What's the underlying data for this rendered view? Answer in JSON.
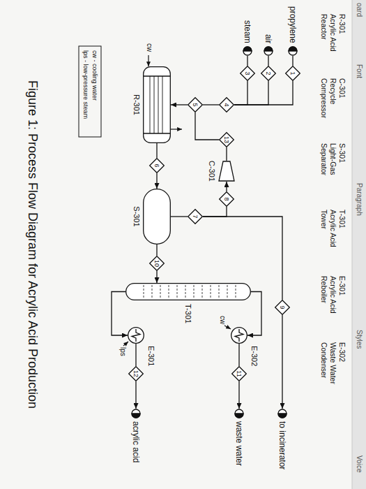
{
  "diagram": {
    "caption": "Figure 1: Process Flow Diagram for Acrylic Acid Production",
    "nodes": [
      {
        "text": [
          "propylene"
        ]
      },
      {
        "text": [
          "1"
        ]
      },
      {
        "text": [
          "air"
        ]
      },
      {
        "text": [
          "2"
        ]
      },
      {
        "text": [
          "steam"
        ]
      },
      {
        "text": [
          "3"
        ]
      },
      {
        "text": [
          "4"
        ]
      },
      {
        "text": [
          "13"
        ]
      },
      {
        "text": [
          "C-301"
        ]
      },
      {
        "text": [
          "8"
        ]
      },
      {
        "text": [
          "5"
        ]
      },
      {
        "text": [
          "R-301"
        ]
      },
      {
        "text": [
          "6"
        ]
      },
      {
        "text": [
          "S-301"
        ]
      },
      {
        "text": [
          "7"
        ]
      },
      {
        "text": [
          "9"
        ]
      },
      {
        "text": [
          "to incinerator"
        ]
      },
      {
        "text": [
          "10"
        ]
      },
      {
        "text": [
          "T-301"
        ]
      },
      {
        "text": [
          "E-302"
        ]
      },
      {
        "text": [
          "11"
        ]
      },
      {
        "text": [
          "waste water"
        ]
      },
      {
        "text": [
          "E-301"
        ]
      },
      {
        "text": [
          "12"
        ]
      },
      {
        "text": [
          "acrylic acid"
        ]
      }
    ],
    "edges": [
      {
        "from": 0,
        "to": 1,
        "arrow": "none"
      },
      {
        "from": 2,
        "to": 3,
        "arrow": "none"
      },
      {
        "from": 4,
        "to": 5,
        "arrow": "none"
      },
      {
        "from": 1,
        "to": 6,
        "arrow": "none"
      },
      {
        "from": 3,
        "to": 6,
        "arrow": "none"
      },
      {
        "from": 5,
        "to": 6,
        "arrow": "none"
      },
      {
        "from": 6,
        "to": 10,
        "arrow": "none"
      },
      {
        "from": 8,
        "to": 7,
        "arrow": "none"
      },
      {
        "from": 7,
        "to": 10,
        "arrow": "none"
      },
      {
        "from": 10,
        "to": 11,
        "arrow": "to"
      },
      {
        "from": 11,
        "to": 12,
        "arrow": "none"
      },
      {
        "from": 12,
        "to": 13,
        "arrow": "to"
      },
      {
        "from": 13,
        "to": 14,
        "arrow": "none"
      },
      {
        "from": 14,
        "to": 9,
        "arrow": "none"
      },
      {
        "from": 9,
        "to": 8,
        "arrow": "to"
      },
      {
        "from": 14,
        "to": 15,
        "arrow": "none"
      },
      {
        "from": 15,
        "to": 16,
        "arrow": "to"
      },
      {
        "from": 13,
        "to": 17,
        "arrow": "none"
      },
      {
        "from": 17,
        "to": 18,
        "arrow": "to"
      },
      {
        "from": 18,
        "to": 19,
        "arrow": "to"
      },
      {
        "from": 19,
        "to": 20,
        "arrow": "none"
      },
      {
        "from": 20,
        "to": 21,
        "arrow": "to"
      },
      {
        "from": 18,
        "to": 22,
        "arrow": "to"
      },
      {
        "from": 22,
        "to": 23,
        "arrow": "none"
      },
      {
        "from": 23,
        "to": 24,
        "arrow": "to"
      }
    ],
    "labels": [
      "oard",
      "Font",
      "Paragraph",
      "Styles",
      "Voice",
      "R-301",
      "Acrylic Acid Reactor",
      "C-301",
      "Recycle Compressor",
      "S-301",
      "Light-Gas Separator",
      "T-301",
      "Acrylic Acid Tower",
      "E-301",
      "Acrylic Acid Reboiler",
      "E-302",
      "Waste Water Condenser",
      "cw",
      "cw",
      "lps",
      "cw - cooling water",
      "lps - low-pressure steam"
    ]
  }
}
